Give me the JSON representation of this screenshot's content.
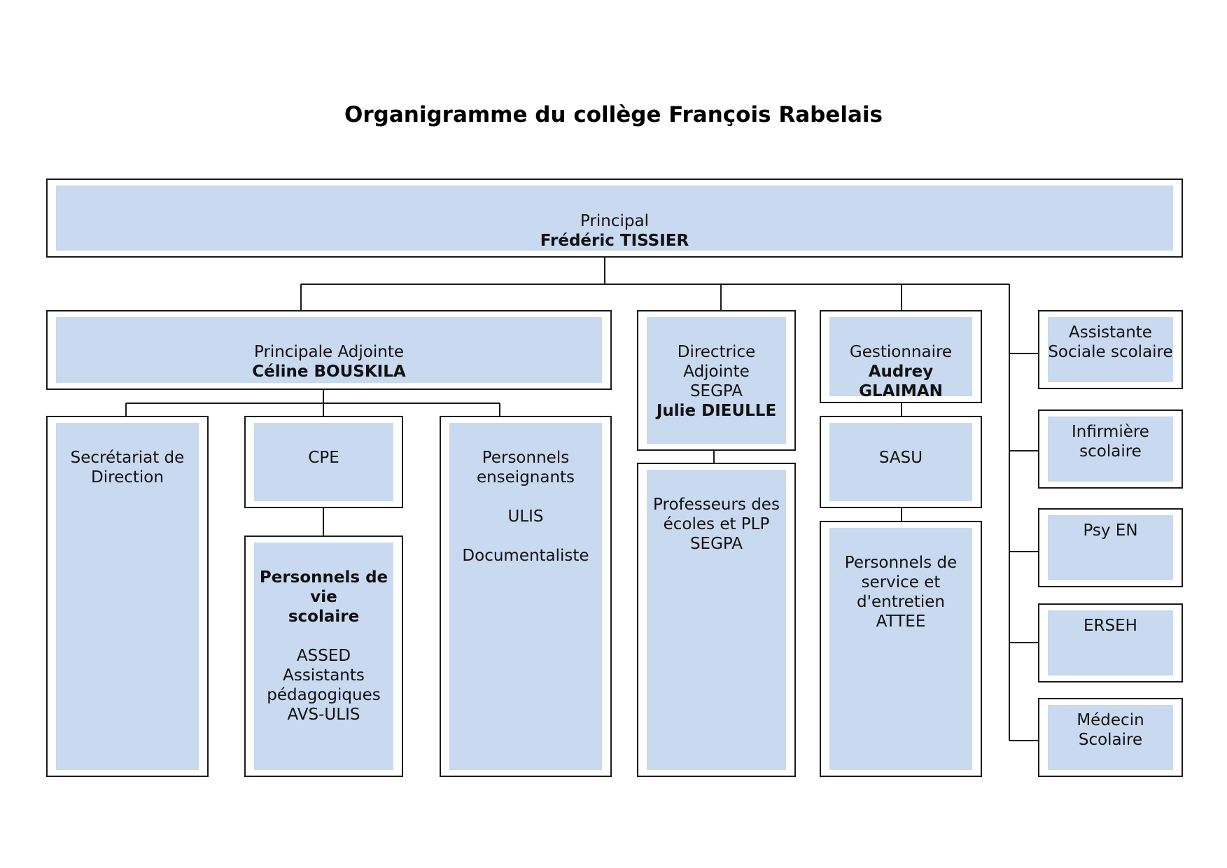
{
  "title": "Organigramme du collège François Rabelais",
  "principal": {
    "role": "Principal",
    "name": "Frédéric TISSIER"
  },
  "adjointe": {
    "role": "Principale Adjointe",
    "name": "Céline BOUSKILA"
  },
  "directrice": {
    "line1": "Directrice",
    "line2": "Adjointe",
    "line3": "SEGPA",
    "name": "Julie DIEULLE"
  },
  "gestionnaire": {
    "role": "Gestionnaire",
    "name": "Audrey GLAIMAN"
  },
  "secretariat": {
    "line1": "Secrétariat de",
    "line2": "Direction"
  },
  "cpe": {
    "label": "CPE"
  },
  "vie_scolaire": {
    "title1": "Personnels de vie",
    "title2": "scolaire",
    "items": [
      "ASSED",
      "Assistants",
      "pédagogiques",
      "AVS-ULIS"
    ]
  },
  "enseignants": {
    "line1": "Personnels",
    "line2": "enseignants",
    "item1": "ULIS",
    "item2": "Documentaliste"
  },
  "professeurs": {
    "line1": "Professeurs des",
    "line2": "écoles et PLP",
    "line3": "SEGPA"
  },
  "sasu": {
    "label": "SASU"
  },
  "service": {
    "line1": "Personnels de",
    "line2": "service et",
    "line3": "d'entretien",
    "line4": "ATTEE"
  },
  "side": {
    "assistante": {
      "line1": "Assistante",
      "line2": "Sociale scolaire"
    },
    "infirmiere": {
      "line1": "Infirmière",
      "line2": "scolaire"
    },
    "psy": {
      "label": "Psy EN"
    },
    "erseh": {
      "label": "ERSEH"
    },
    "medecin": {
      "line1": "Médecin",
      "line2": "Scolaire"
    }
  }
}
